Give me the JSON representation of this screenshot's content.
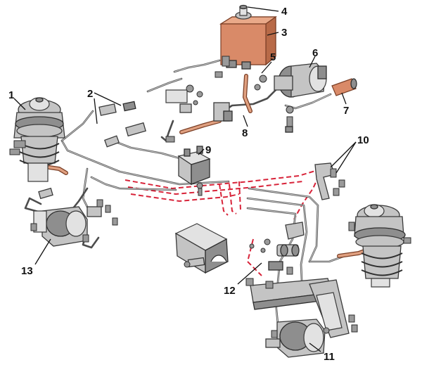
{
  "diagram": {
    "callouts": [
      {
        "id": "c1",
        "label": "1"
      },
      {
        "id": "c2",
        "label": "2"
      },
      {
        "id": "c3",
        "label": "3"
      },
      {
        "id": "c4",
        "label": "4"
      },
      {
        "id": "c5",
        "label": "5"
      },
      {
        "id": "c6",
        "label": "6"
      },
      {
        "id": "c7",
        "label": "7"
      },
      {
        "id": "c8",
        "label": "8"
      },
      {
        "id": "c9",
        "label": "9"
      },
      {
        "id": "c10",
        "label": "10"
      },
      {
        "id": "c11",
        "label": "11"
      },
      {
        "id": "c12",
        "label": "12"
      },
      {
        "id": "c13",
        "label": "13"
      }
    ]
  },
  "colors": {
    "background": "#ffffff",
    "pipe": "#4d4d4d",
    "dashed_line": "#d8243a",
    "reservoir": "#d98a68",
    "part_fill": "#c4c4c4",
    "label": "#111111"
  },
  "icons": {
    "reservoir": "fluid-reservoir-icon",
    "front_strut": "front-strut-assembly-icon",
    "rear_strut": "rear-strut-assembly-icon",
    "valve_block": "valve-block-icon",
    "pump_left": "hydraulic-unit-icon",
    "pump_right": "hydraulic-unit-icon",
    "actuator": "actuator-icon",
    "sensor": "sensor-icon"
  }
}
